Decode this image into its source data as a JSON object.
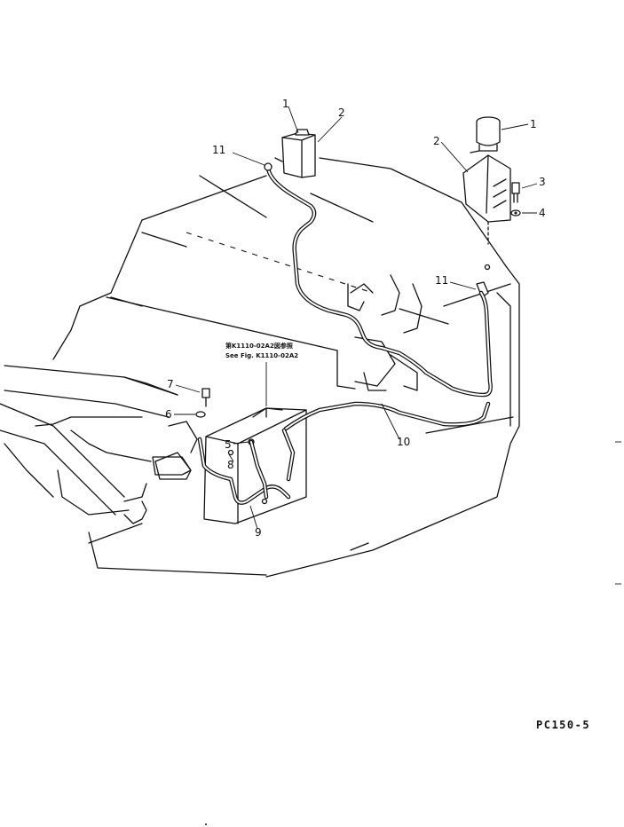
{
  "callouts": {
    "c1_left": "1",
    "c2_left": "2",
    "c11_left": "11",
    "c1_right": "1",
    "c2_right": "2",
    "c3": "3",
    "c4": "4",
    "c11_right": "11",
    "c7": "7",
    "c6": "6",
    "c5": "5",
    "c8": "8",
    "c9": "9",
    "c10": "10"
  },
  "reference": {
    "line1": "第K1110-02A2図参照",
    "line2": "See Fig. K1110-02A2"
  },
  "model_code": "PC150-5"
}
